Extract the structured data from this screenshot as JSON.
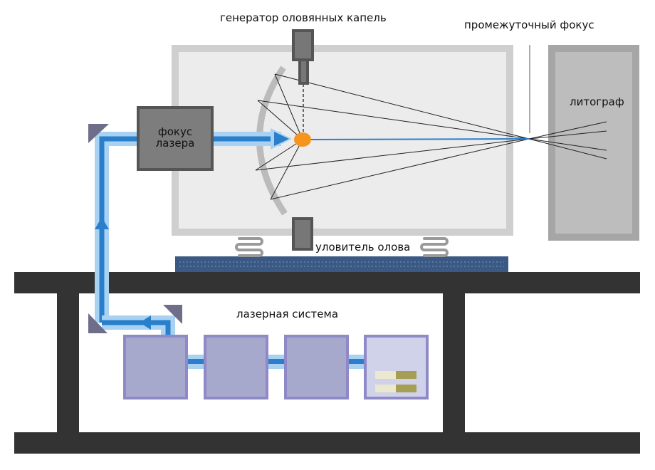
{
  "labels": {
    "droplet_generator": "генератор оловянных капель",
    "intermediate_focus": "промежуточный фокус",
    "lithograph": "литограф",
    "laser_focus_line1": "фокус",
    "laser_focus_line2": "лазера",
    "tin_catcher": "уловитель олова",
    "laser_system": "лазерная система"
  },
  "colors": {
    "frame": "#333333",
    "chamber_fill": "#ececec",
    "chamber_border": "#cfcfcf",
    "lithograph_fill": "#bdbdbd",
    "lithograph_border": "#a6a6a6",
    "laser_focus_fill": "#7d7d7d",
    "laser_focus_border": "#555555",
    "beam_outer": "#a9d2f2",
    "beam_inner": "#2a7fca",
    "droplet": "#f7941d",
    "platform": "#3a5a85",
    "amplifier_fill": "#a7a9cc",
    "amplifier_border": "#9089c8",
    "source_fill": "#cfd2e8",
    "mirror": "#6e6e8a",
    "collector": "#bbbbbb",
    "indicator_light": "#ebe8cf",
    "indicator_dark": "#a69e55"
  },
  "laser_system": {
    "modules": [
      "amplifier",
      "amplifier",
      "amplifier",
      "seed-laser"
    ],
    "seed_indicators": 2
  }
}
